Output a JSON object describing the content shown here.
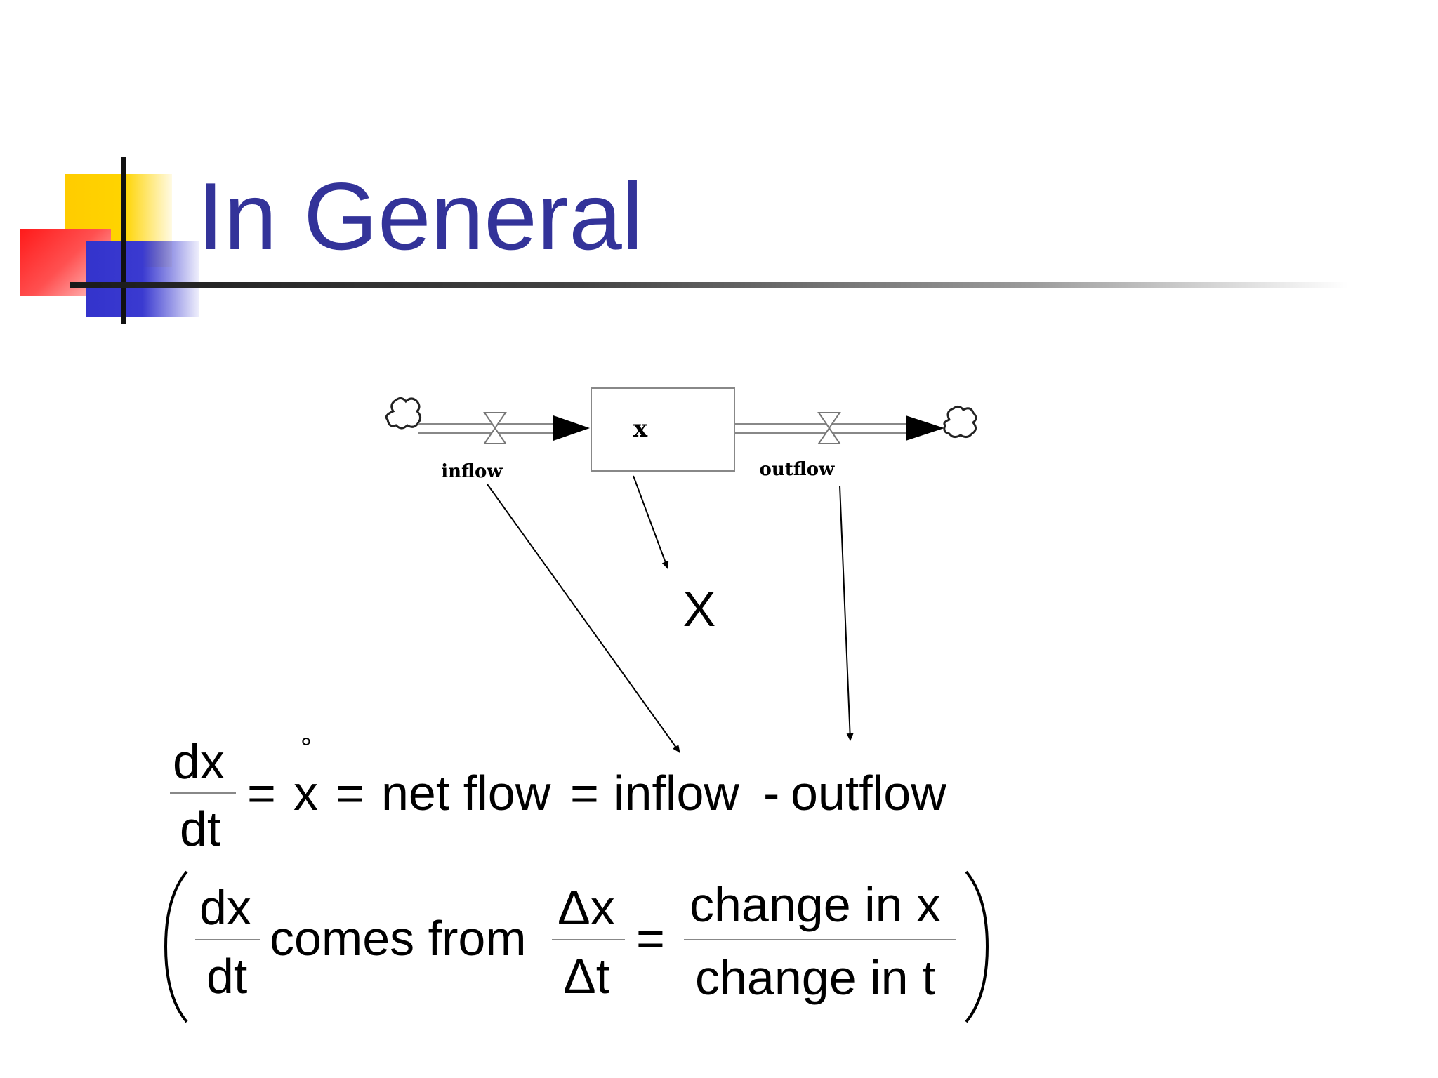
{
  "slide": {
    "title": "In General"
  },
  "diagram": {
    "stock_label": "x",
    "inflow_label": "inflow",
    "outflow_label": "outflow",
    "variable_label": "X"
  },
  "equation1": {
    "lhs_num": "dx",
    "lhs_den": "dt",
    "eq1": "=",
    "xdot": "x",
    "dot": "°",
    "eq2": "=",
    "net_flow": "net flow",
    "eq3": "=",
    "inflow": "inflow",
    "minus": "-",
    "outflow": "outflow"
  },
  "equation2": {
    "frac1_num": "dx",
    "frac1_den": "dt",
    "comes_from": "comes from",
    "frac2_num": "Δx",
    "frac2_den": "Δt",
    "eq": "=",
    "frac3_num": "change in x",
    "frac3_den": "change in t"
  }
}
